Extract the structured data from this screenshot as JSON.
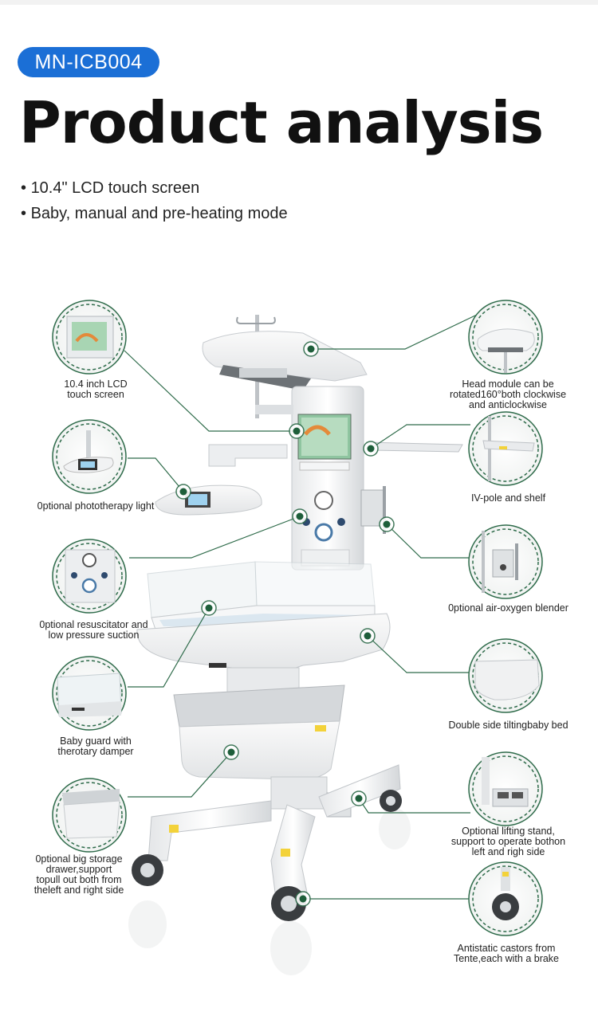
{
  "model_badge": "MN-ICB004",
  "title": "Product analysis",
  "features": [
    "10.4\" LCD touch screen",
    "Baby, manual and pre-heating mode"
  ],
  "callouts": {
    "lcd": [
      "10.4 inch LCD",
      "touch screen"
    ],
    "phototherapy": [
      "0ptional phototherapy light"
    ],
    "resuscitator": [
      "0ptional resuscitator and",
      "low pressure suction"
    ],
    "baby_guard": [
      "Baby guard with",
      "therotary damper"
    ],
    "storage": [
      "0ptional big storage",
      "drawer,support",
      "topull out both from",
      "theleft and right side"
    ],
    "head_module": [
      "Head module can be",
      "rotated160°both clockwise",
      "and anticlockwise"
    ],
    "iv_pole": [
      "IV-pole and shelf"
    ],
    "air_oxygen": [
      "0ptional air-oxygen blender"
    ],
    "tilting_bed": [
      "Double side tiltingbaby bed"
    ],
    "lifting_stand": [
      "Optional lifting stand,",
      "support to operate bothon",
      "left and righ side"
    ],
    "castors": [
      "Antistatic castors from",
      "Tente,each with a brake"
    ]
  },
  "colors": {
    "badge": "#1b6fd6",
    "callout_line": "#2e6b4a",
    "marker": "#1e5e3a"
  }
}
